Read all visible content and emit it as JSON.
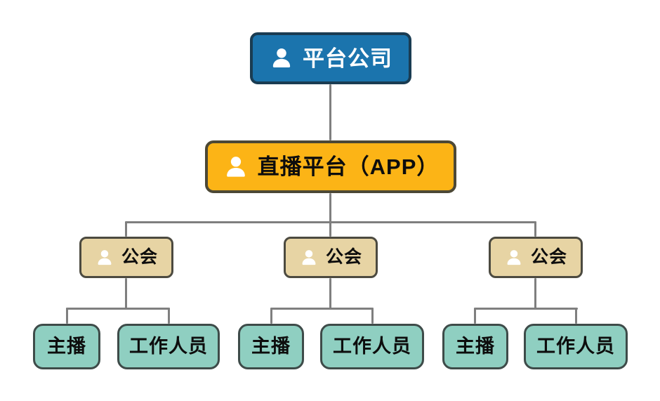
{
  "colors": {
    "background": "#ffffff",
    "connector": "#7f7f7f",
    "company-fill": "#1b74ad",
    "company-border": "#1a3c52",
    "company-text": "#ffffff",
    "app-fill": "#fcb416",
    "app-border": "#4c4836",
    "guild-fill": "#e7d4a4",
    "guild-border": "#4c4a40",
    "member-fill": "#8fcfc1",
    "member-border": "#3e4b49",
    "node-text": "#0d0d0d"
  },
  "diagram": {
    "type": "org-chart",
    "company": {
      "label": "平台公司",
      "icon": "person-icon"
    },
    "app": {
      "label": "直播平台（APP）",
      "icon": "person-icon"
    },
    "guilds": [
      {
        "label": "公会",
        "icon": "person-icon",
        "children": [
          {
            "label": "主播"
          },
          {
            "label": "工作人员"
          }
        ]
      },
      {
        "label": "公会",
        "icon": "person-icon",
        "children": [
          {
            "label": "主播"
          },
          {
            "label": "工作人员"
          }
        ]
      },
      {
        "label": "公会",
        "icon": "person-icon",
        "children": [
          {
            "label": "主播"
          },
          {
            "label": "工作人员"
          }
        ]
      }
    ]
  }
}
